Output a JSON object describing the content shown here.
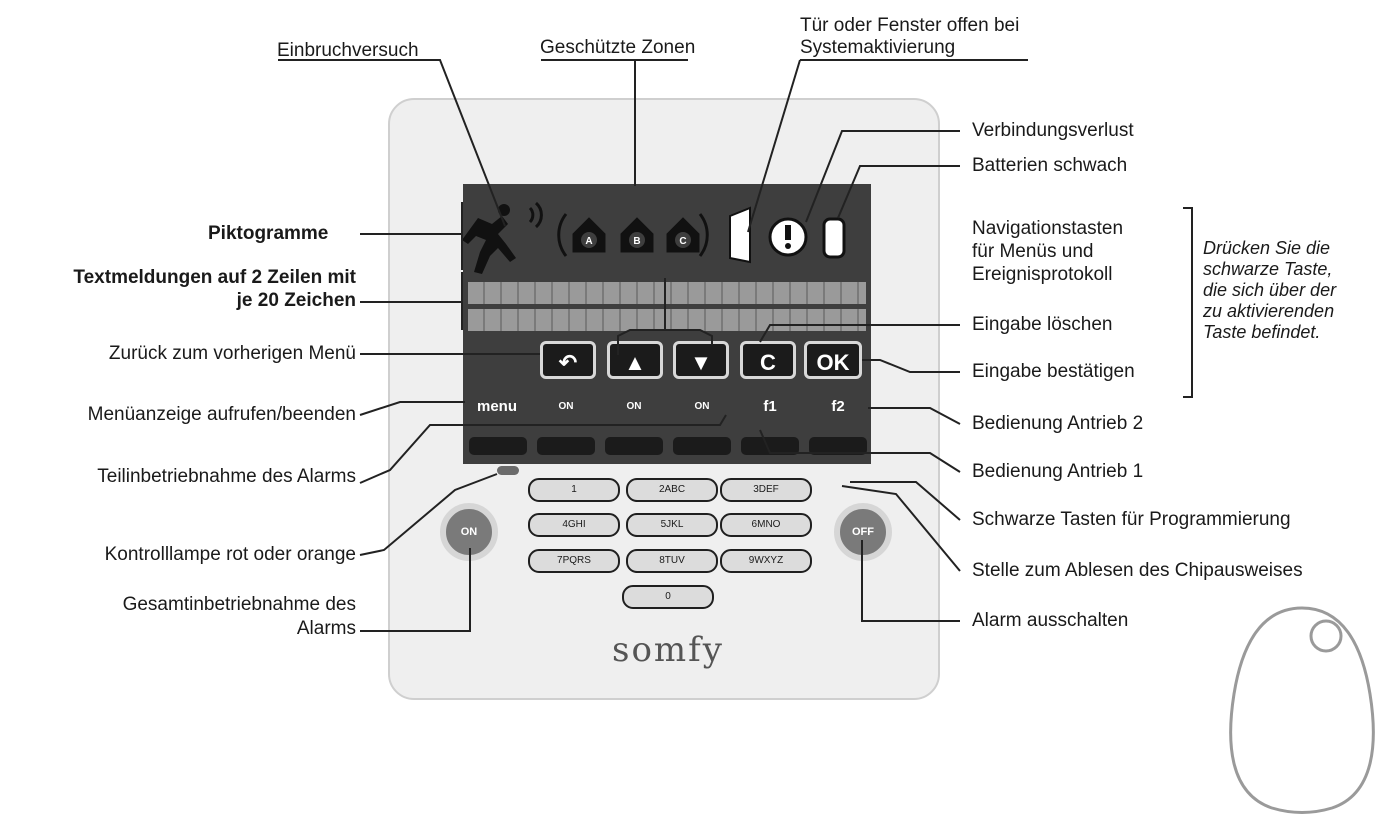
{
  "labels": {
    "einbruch": "Einbruchversuch",
    "zonen": "Geschützte Zonen",
    "tuer_1": "Tür oder Fenster offen bei",
    "tuer_2": "Systemaktivierung",
    "verbindung": "Verbindungsverlust",
    "batterie": "Batterien schwach",
    "nav_1": "Navigationstasten",
    "nav_2": "für Menüs und",
    "nav_3": "Ereignisprotokoll",
    "piktogramme": "Piktogramme",
    "text_1": "Textmeldungen auf 2 Zeilen mit",
    "text_2": "je 20 Zeichen",
    "zurueck": "Zurück zum vorherigen Menü",
    "loeschen": "Eingabe löschen",
    "bestaetigen": "Eingabe bestätigen",
    "menue": "Menüanzeige aufrufen/beenden",
    "antrieb2": "Bedienung Antrieb 2",
    "teil": "Teilinbetriebnahme des Alarms",
    "antrieb1": "Bedienung Antrieb 1",
    "schwarz": "Schwarze Tasten für Programmierung",
    "lampe": "Kontrolllampe rot oder orange",
    "chip": "Stelle zum Ablesen des Chipausweises",
    "gesamt_1": "Gesamtinbetriebnahme des",
    "gesamt_2": "Alarms",
    "aus": "Alarm ausschalten"
  },
  "note": {
    "line1": "Drücken Sie die",
    "line2": "schwarze Taste,",
    "line3": "die sich über der",
    "line4": "zu aktivierenden",
    "line5": "Taste befindet."
  },
  "keypad": {
    "nav_keys": [
      "↶",
      "▲",
      "▼",
      "C",
      "OK"
    ],
    "function_keys": [
      "menu",
      "ON",
      "ON",
      "ON",
      "f1",
      "f2"
    ],
    "digits": [
      "1",
      "2ABC",
      "3DEF",
      "4GHI",
      "5JKL",
      "6MNO",
      "7PQRS",
      "8TUV",
      "9WXYZ",
      "0"
    ],
    "on_button": "ON",
    "off_button": "OFF",
    "logo": "somfy"
  },
  "colors": {
    "screen": "#3e3e3e",
    "key": "#1b1b1b",
    "housing": "#efefef",
    "line": "#222222"
  }
}
